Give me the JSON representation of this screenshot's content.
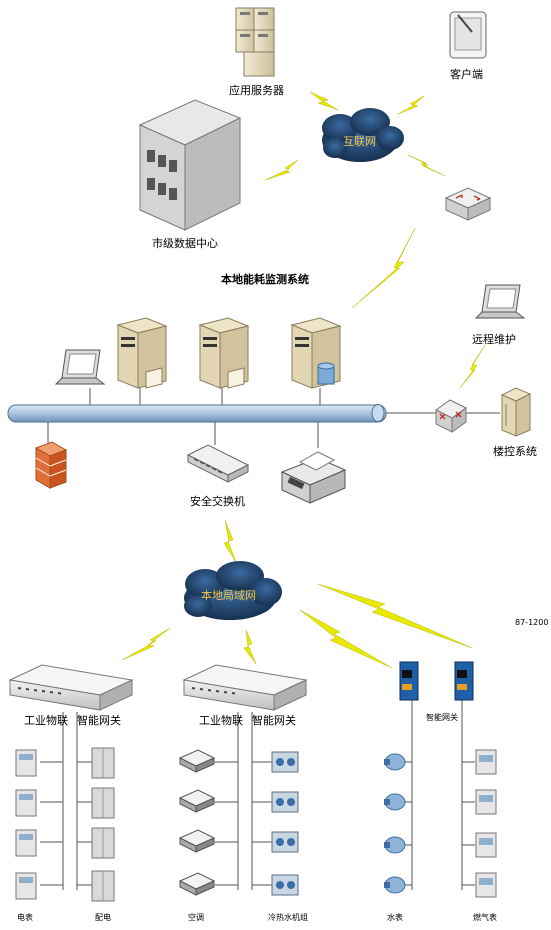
{
  "labels": {
    "app_server": "应用服务器",
    "client": "客户端",
    "internet": "互联网",
    "city_dc": "市级数据中心",
    "local_system": "本地能耗监测系统",
    "remote_maint": "远程维护",
    "building_ctrl": "楼控系统",
    "security_switch": "安全交换机",
    "lan": "本地局域网",
    "code": "87-1200",
    "gw1_left": "工业物联",
    "gw1_right": "智能网关",
    "gw2_left": "工业物联",
    "gw2_right": "智能网关",
    "gw3": "智能网关",
    "bottom": [
      "电表",
      "配电",
      "空调",
      "冷热水机组",
      "水表",
      "燃气表"
    ]
  },
  "colors": {
    "cloud": "#1f3f66",
    "cloud_text": "#f2c84b",
    "bolt": "#e8e800",
    "bus": "#a9c4e0"
  }
}
